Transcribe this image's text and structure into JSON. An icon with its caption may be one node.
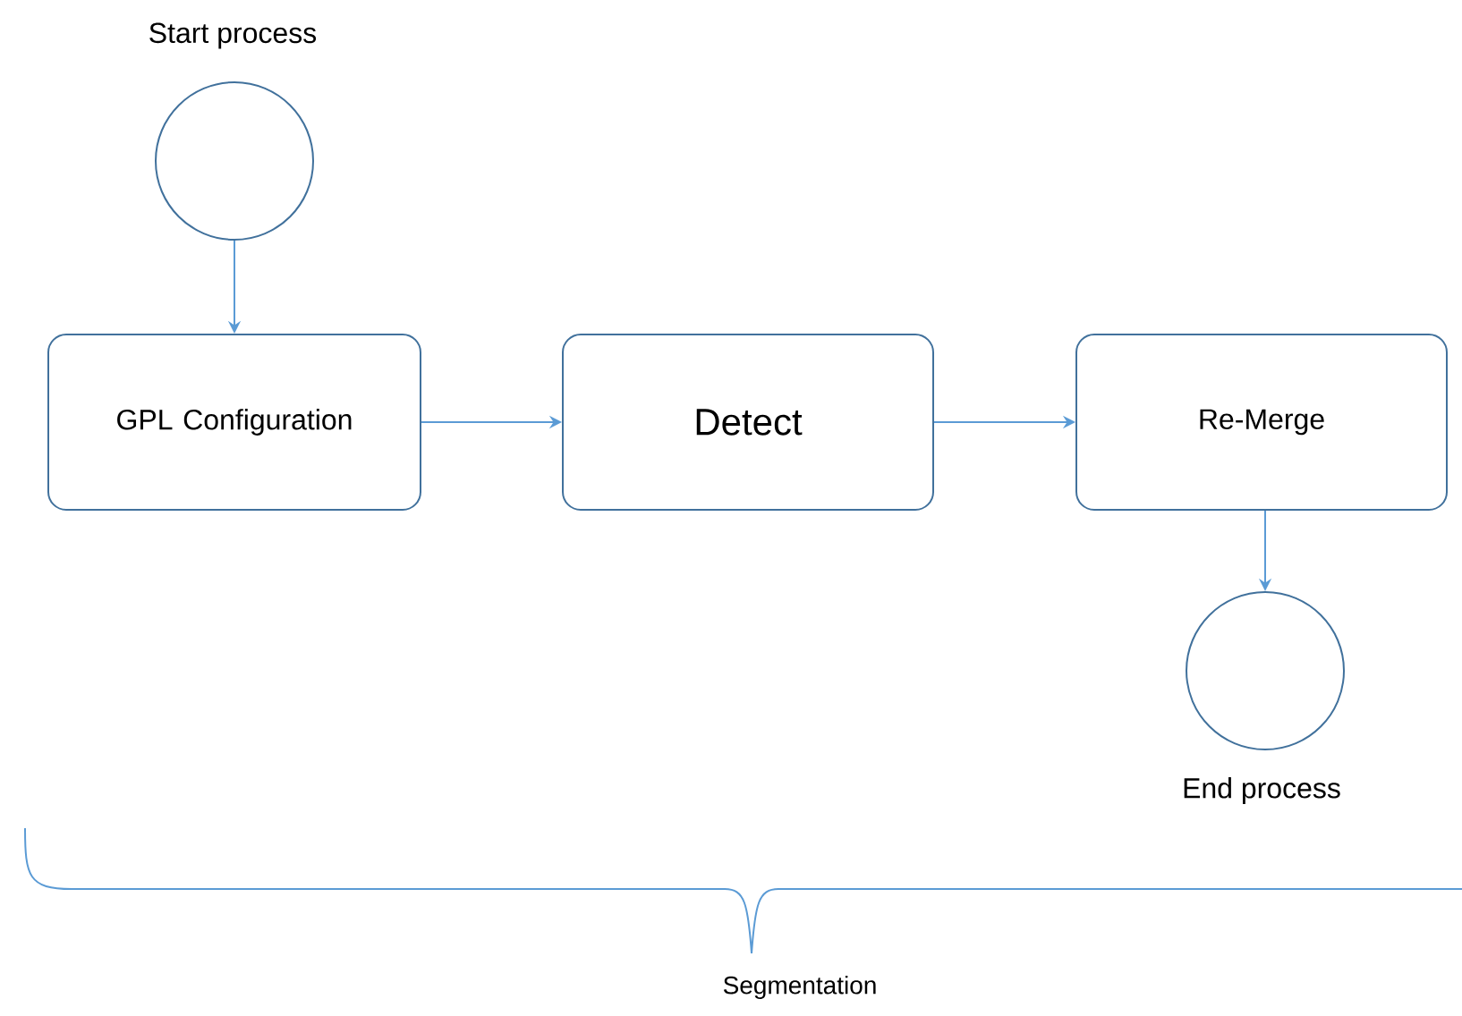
{
  "diagram": {
    "nodes": [
      {
        "text": [],
        "shape": "circle",
        "beside": [
          "Start process"
        ]
      },
      {
        "text": [
          "GPL Configuration"
        ]
      },
      {
        "text": [
          "Detect"
        ]
      },
      {
        "text": [
          "Re-Merge"
        ]
      },
      {
        "text": [],
        "shape": "circle",
        "beside": [
          "End process"
        ]
      }
    ],
    "edges": [
      {
        "from": 0,
        "to": 1,
        "arrow": "to"
      },
      {
        "from": 1,
        "to": 2,
        "arrow": "to"
      },
      {
        "from": 2,
        "to": 3,
        "arrow": "to"
      },
      {
        "from": 3,
        "to": 4,
        "arrow": "to"
      }
    ],
    "labels": [
      "Segmentation"
    ]
  }
}
